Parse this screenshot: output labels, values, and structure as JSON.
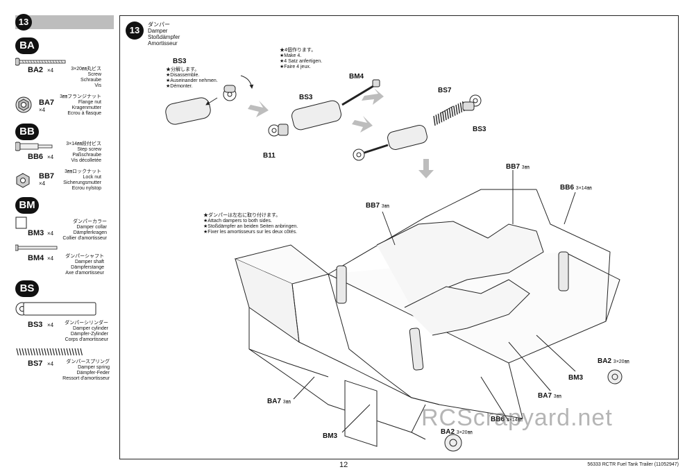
{
  "step": {
    "number": "13"
  },
  "panel_title": {
    "ja": "ダンパー",
    "en": "Damper",
    "de": "Stoßdämpfer",
    "fr": "Amortisseur"
  },
  "groups": {
    "ba": "BA",
    "bb": "BB",
    "bm": "BM",
    "bs": "BS"
  },
  "parts": [
    {
      "code": "BA2",
      "qty": "×4",
      "lines": [
        "3×20㎜丸ビス",
        "Screw",
        "Schraube",
        "Vis"
      ]
    },
    {
      "code": "BA7",
      "qty": "×4",
      "lines": [
        "3㎜フランジナット",
        "Flange nut",
        "Kragenmutter",
        "Ecrou à flasque"
      ]
    },
    {
      "code": "BB6",
      "qty": "×4",
      "lines": [
        "3×14㎜段付ビス",
        "Step screw",
        "Paßschraube",
        "Vis décolletée"
      ]
    },
    {
      "code": "BB7",
      "qty": "×4",
      "lines": [
        "3㎜ロックナット",
        "Lock nut",
        "Sicherungsmutter",
        "Ecrou nylstop"
      ]
    },
    {
      "code": "BM3",
      "qty": "×4",
      "lines": [
        "ダンパーカラー",
        "Damper collar",
        "Dämpferkragen",
        "Collier d'amortisseur"
      ]
    },
    {
      "code": "BM4",
      "qty": "×4",
      "lines": [
        "ダンパーシャフト",
        "Damper shaft",
        "Dämpferstange",
        "Axe d'amortisseur"
      ]
    },
    {
      "code": "BS3",
      "qty": "×4",
      "lines": [
        "ダンパーシリンダー",
        "Damper cylinder",
        "Dämpfer-Zylinder",
        "Corps d'amortisseur"
      ]
    },
    {
      "code": "BS7",
      "qty": "×4",
      "lines": [
        "ダンパースプリング",
        "Damper spring",
        "Dämpfer-Feder",
        "Ressort d'amortisseur"
      ]
    }
  ],
  "notes": {
    "disassemble": [
      "★分解します。",
      "★Disassemble.",
      "★Auseinander nehmen.",
      "★Démonter."
    ],
    "make4": [
      "★4個作ります。",
      "★Make 4.",
      "★4 Satz anfertigen.",
      "★Faire 4 jeux."
    ],
    "attach": [
      "★ダンパーは左右に取り付けます。",
      "★Attach dampers to both sides.",
      "★Stoßdämpfer an beiden Seiten anbringen.",
      "★Fixer les amortisseurs sur les deux côtés."
    ]
  },
  "callouts": {
    "bs3_a": "BS3",
    "bs3_b": "BS3",
    "bs3_c": "BS3",
    "bm4": "BM4",
    "bs7": "BS7",
    "b11": "B11",
    "bb7_top": "BB7",
    "bb7_top_size": "3㎜",
    "bb6_top": "BB6",
    "bb6_top_size": "3×14㎜",
    "bb7_left": "BB7",
    "bb7_left_size": "3㎜",
    "ba2_right": "BA2",
    "ba2_right_size": "3×20㎜",
    "bm3_right": "BM3",
    "ba7_right": "BA7",
    "ba7_right_size": "3㎜",
    "ba7_left": "BA7",
    "ba7_left_size": "3㎜",
    "bm3_left": "BM3",
    "bb6_bottom": "BB6",
    "bb6_bottom_size": "3×14㎜",
    "ba2_bottom": "BA2",
    "ba2_bottom_size": "3×20㎜"
  },
  "footer": {
    "page": "12",
    "title": "56333  RCTR Fuel Tank Trailer (11052947)"
  },
  "watermark": "RCScrapyard.net"
}
